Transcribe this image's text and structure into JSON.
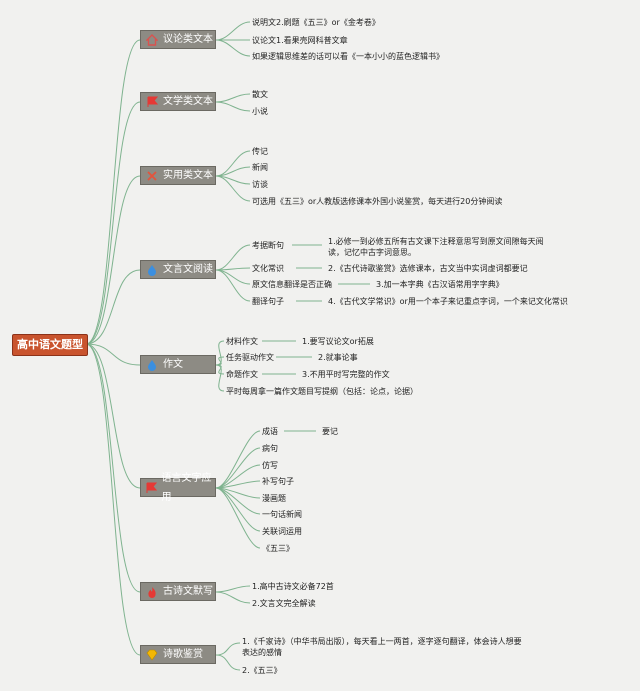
{
  "root": "高中语文题型",
  "branches": [
    {
      "id": "b1",
      "label": "议论类文本",
      "icon": "home-icon",
      "items": [
        "说明文2.刷题《五三》or《金考卷》",
        "议论文1.看果壳网科普文章",
        "如果逻辑思维差的话可以看《一本小小的蓝色逻辑书》"
      ]
    },
    {
      "id": "b2",
      "label": "文学类文本",
      "icon": "flag-icon",
      "items": [
        "散文",
        "小说"
      ]
    },
    {
      "id": "b3",
      "label": "实用类文本",
      "icon": "tools-icon",
      "items": [
        "传记",
        "新闻",
        "访谈",
        "可选用《五三》or人教版选修课本外国小说鉴赏，每天进行20分钟阅读"
      ]
    },
    {
      "id": "b4",
      "label": "文言文阅读",
      "icon": "drop-icon",
      "items": [
        "考据断句",
        "文化常识",
        "原文信息翻译是否正确",
        "翻译句子"
      ],
      "notes": [
        "1.必修一到必修五所有古文课下注释意思写到原文间隙每天阅读，记忆中古字词意思。",
        "2.《古代诗歌鉴赏》选修课本，古文当中实词虚词都要记",
        "3.加一本字典《古汉语常用字字典》",
        "4.《古代文学常识》or用一个本子来记重点字词，一个来记文化常识"
      ]
    },
    {
      "id": "b5",
      "label": "作文",
      "icon": "drop-icon",
      "items": [
        "材料作文",
        "任务驱动作文",
        "命题作文",
        "平时每周拿一篇作文题目写提纲（包括：论点，论据）"
      ],
      "notes": [
        "1.要写议论文or拓展",
        "2.就事论事",
        "3.不用平时写完整的作文"
      ]
    },
    {
      "id": "b6",
      "label": "语言文字应用",
      "icon": "flag-icon",
      "items": [
        "成语",
        "病句",
        "仿写",
        "补写句子",
        "漫画题",
        "一句话新闻",
        "关联词运用",
        "《五三》"
      ],
      "notes": [
        "要记"
      ]
    },
    {
      "id": "b7",
      "label": "古诗文默写",
      "icon": "fire-icon",
      "items": [
        "1.高中古诗文必备72首",
        "2.文言文完全解读"
      ]
    },
    {
      "id": "b8",
      "label": "诗歌鉴赏",
      "icon": "gem-icon",
      "items": [
        "1.《千家诗》（中华书局出版），每天看上一两首，逐字逐句翻译，体会诗人想要表达的感情",
        "2.《五三》"
      ]
    }
  ],
  "colors": {
    "root": "#c9542e",
    "branch": "#8d8b84",
    "line": "#7fb38f",
    "home": "#d9534f",
    "flag": "#e53935",
    "tools": "#e5533c",
    "drop": "#3b8fe0",
    "fire": "#e53935",
    "gem": "#f2b705"
  }
}
